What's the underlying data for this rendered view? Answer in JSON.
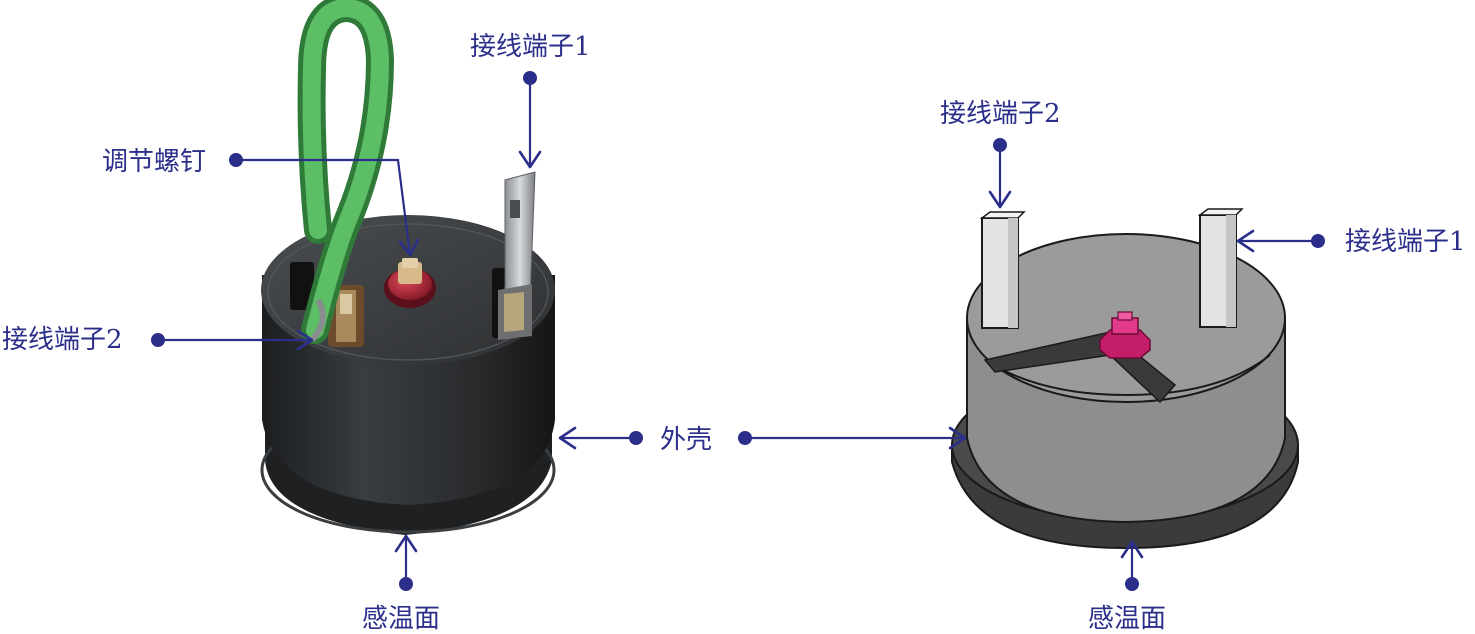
{
  "labels": {
    "photo_screw": "调节螺钉",
    "photo_terminal1": "接线端子1",
    "photo_terminal2": "接线端子2",
    "shell": "外壳",
    "photo_sensing": "感温面",
    "diagram_terminal2": "接线端子2",
    "diagram_terminal1": "接线端子1",
    "diagram_sensing": "感温面"
  },
  "colors": {
    "annotation": "#2b2f8a",
    "wire": "#4aaa55",
    "photo_body": "#2a2c2e",
    "screw": "#b0273a",
    "diagram_body": "#8e8e8e",
    "diagram_base": "#3b3b3b",
    "diagram_screw": "#d6267a",
    "terminal": "#e3e3e3"
  }
}
